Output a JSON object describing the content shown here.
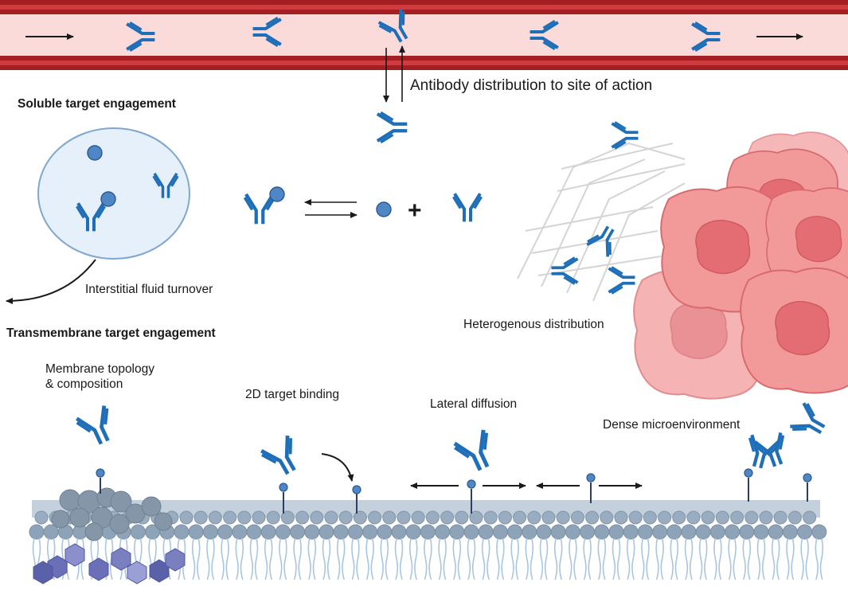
{
  "labels": {
    "distribution": "Antibody distribution to site of action",
    "soluble_title": "Soluble target engagement",
    "fluid_turnover": "Interstitial fluid turnover",
    "transmembrane_title": "Transmembrane target engagement",
    "heterogenous": "Heterogenous distribution",
    "membrane_line1": "Membrane topology",
    "membrane_line2": "& composition",
    "binding_2d": "2D target binding",
    "lateral": "Lateral diffusion",
    "dense": "Dense microenvironment",
    "plus": "+"
  },
  "colors": {
    "antibody": "#1f6fb8",
    "antigen": "#4f86c6",
    "vessel_wall": "#a31f22",
    "vessel_lumen": "#fbdada",
    "tumor_cell": "#f29a9a",
    "nucleus": "#e36d72",
    "lipid_head": "#8fa3b8",
    "lipid_tail": "#a9c6e0",
    "compartment_fill": "#e6f0fa",
    "compartment_edge": "#7fa7cf",
    "hexagon": "#6a6fb8"
  }
}
